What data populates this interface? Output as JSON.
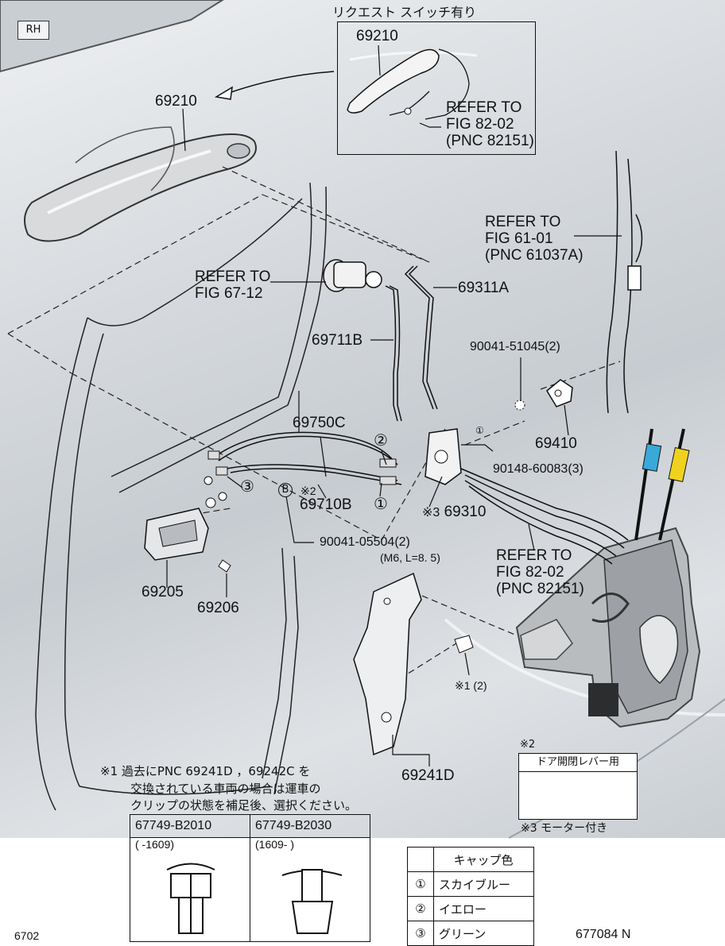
{
  "rh_badge": "RH",
  "request_switch_title": "リクエスト スイッチ有り",
  "parts": {
    "p69210_box": "69210",
    "p69210_main": "69210",
    "p69311A": "69311A",
    "p69711B": "69711B",
    "p69750C": "69750C",
    "p69710B": "69710B",
    "p69310": "69310",
    "p69410": "69410",
    "p69205": "69205",
    "p69206": "69206",
    "p69241D": "69241D",
    "bolt_90041_51045": "90041-51045(2)",
    "clip_90148_60083": "90148-60083(3)",
    "bolt_90041_05504": "90041-05504(2)",
    "bolt_90041_05504_spec": "(M6, L=8. 5)",
    "clip_note1_qty": "※1 (2)",
    "note2_mark": "※2",
    "note3_mark": "※3"
  },
  "refers": {
    "r1": [
      "REFER TO",
      "FIG   82-02",
      "(PNC 82151)"
    ],
    "r2": [
      "REFER TO",
      "FIG   61-01",
      "(PNC 61037A)"
    ],
    "r3": [
      "REFER TO",
      "FIG   67-12"
    ],
    "r4": [
      "REFER TO",
      "FIG   82-02",
      "(PNC 82151)"
    ]
  },
  "markers": {
    "b": "B",
    "c1": "①",
    "c2": "②",
    "c3": "③"
  },
  "note1": {
    "line1": "※1  過去にPNC 69241D ，69242C を",
    "line2": "交換されている車両の場合は運車の",
    "line3": "クリップの状態を補足後、選択ください。"
  },
  "note2": {
    "mark": "※2",
    "title": "ドア開閉レバー用"
  },
  "note3": "※3  モーター付き",
  "clip_table": {
    "headers": [
      "67749-B2010",
      "67749-B2030"
    ],
    "ranges": [
      "(       -1609)",
      "(1609-          )"
    ]
  },
  "cap_table": {
    "title": "キャップ色",
    "rows": [
      {
        "num": "①",
        "color": "スカイブルー"
      },
      {
        "num": "②",
        "color": "イエロー"
      },
      {
        "num": "③",
        "color": "グリーン"
      }
    ]
  },
  "footer": {
    "left": "6702",
    "right": "677084 N"
  },
  "colors": {
    "cap_sky_blue": "#3aa8d8",
    "cap_yellow": "#f0d21e"
  }
}
